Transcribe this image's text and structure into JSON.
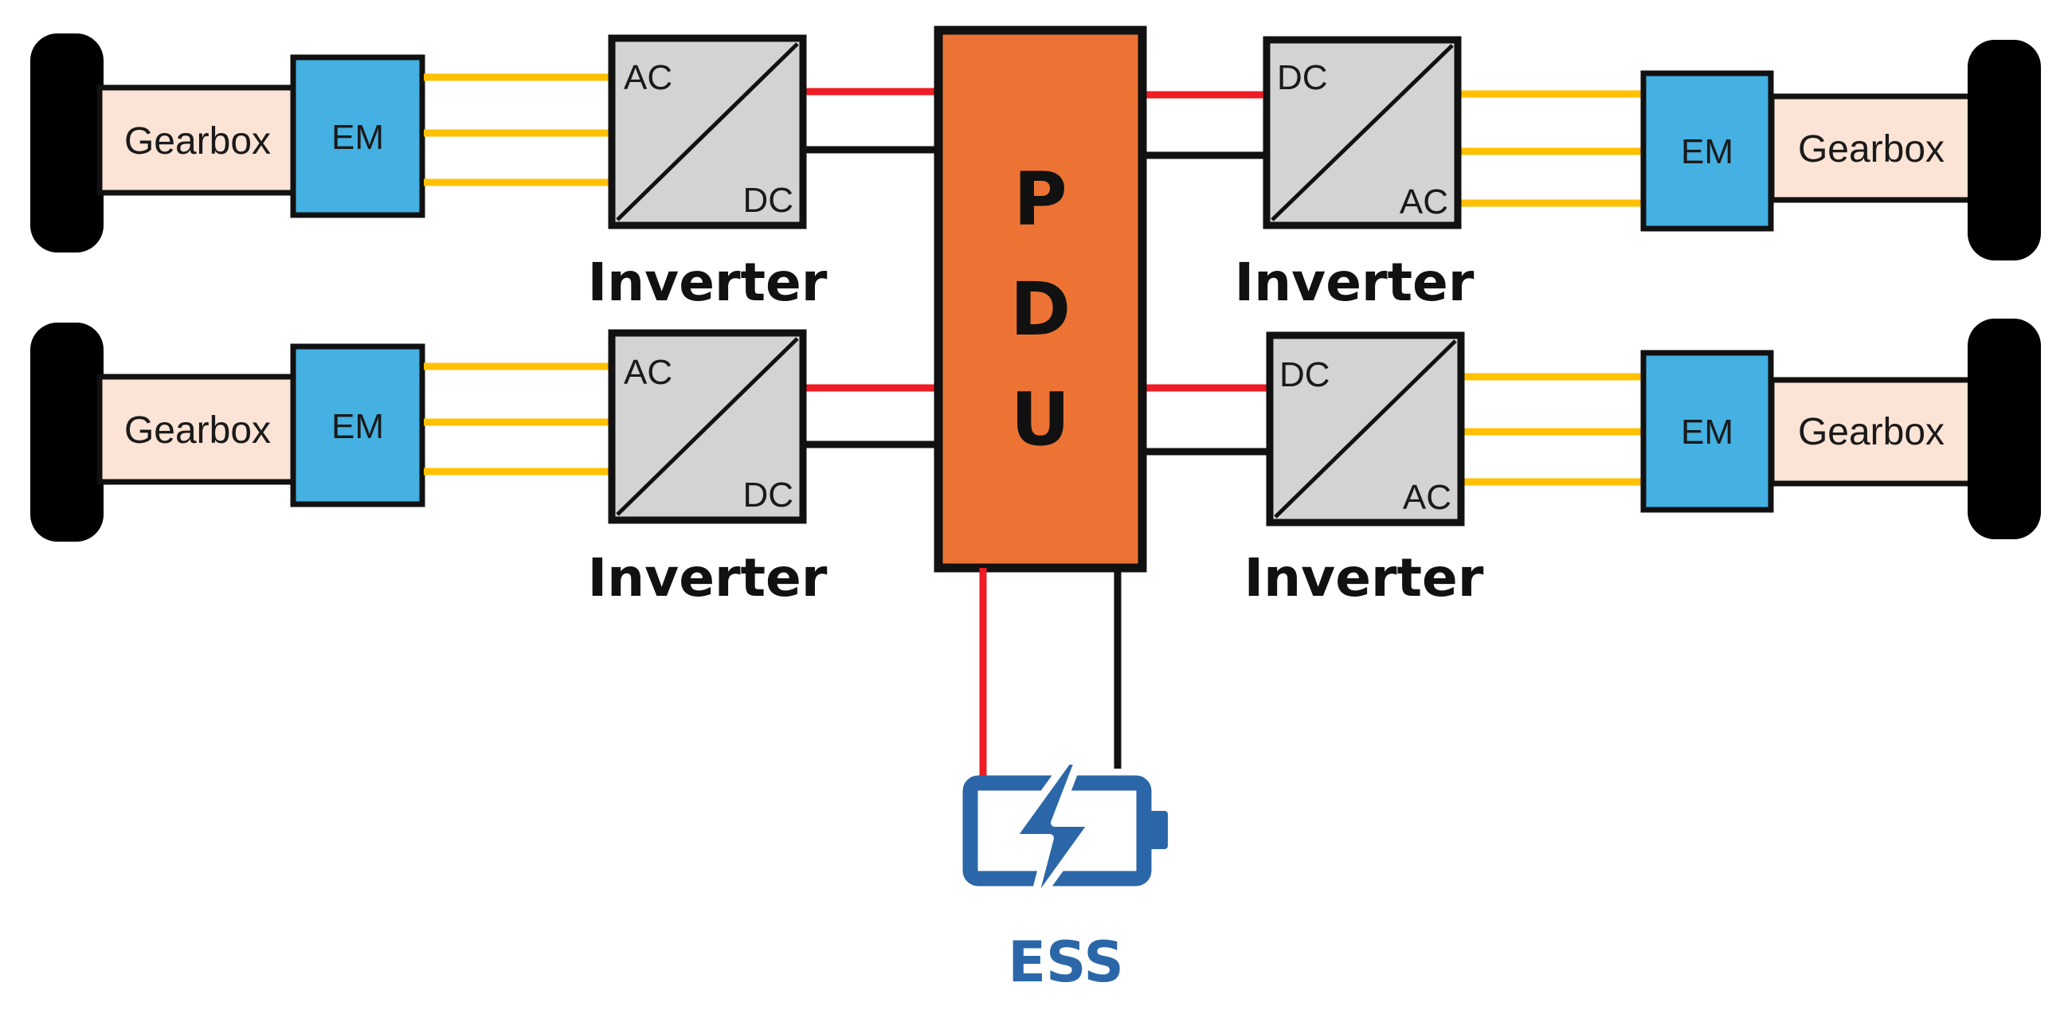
{
  "colors": {
    "dc_positive": "#ee1c24",
    "dc_negative": "#111111",
    "ac_phase": "#ffc000",
    "em_fill": "#45b0e2",
    "gearbox_fill": "#fbe3d5",
    "inverter_fill": "#d3d3d3",
    "pdu_fill": "#ec7333",
    "ess_color": "#2b67a8",
    "wheel": "#000000"
  },
  "drivetrains": [
    {
      "gearbox_label": "Gearbox",
      "motor_label": "EM"
    },
    {
      "gearbox_label": "Gearbox",
      "motor_label": "EM"
    },
    {
      "gearbox_label": "Gearbox",
      "motor_label": "EM"
    },
    {
      "gearbox_label": "Gearbox",
      "motor_label": "EM"
    }
  ],
  "inverters": [
    {
      "name": "Inverter",
      "port_top": "AC",
      "port_bottom": "DC"
    },
    {
      "name": "Inverter",
      "port_top": "AC",
      "port_bottom": "DC"
    },
    {
      "name": "Inverter",
      "port_top": "DC",
      "port_bottom": "AC"
    },
    {
      "name": "Inverter",
      "port_top": "DC",
      "port_bottom": "AC"
    }
  ],
  "pdu": {
    "letters": [
      "P",
      "D",
      "U"
    ]
  },
  "ess": {
    "label": "ESS",
    "icon": "battery-charging-icon"
  }
}
